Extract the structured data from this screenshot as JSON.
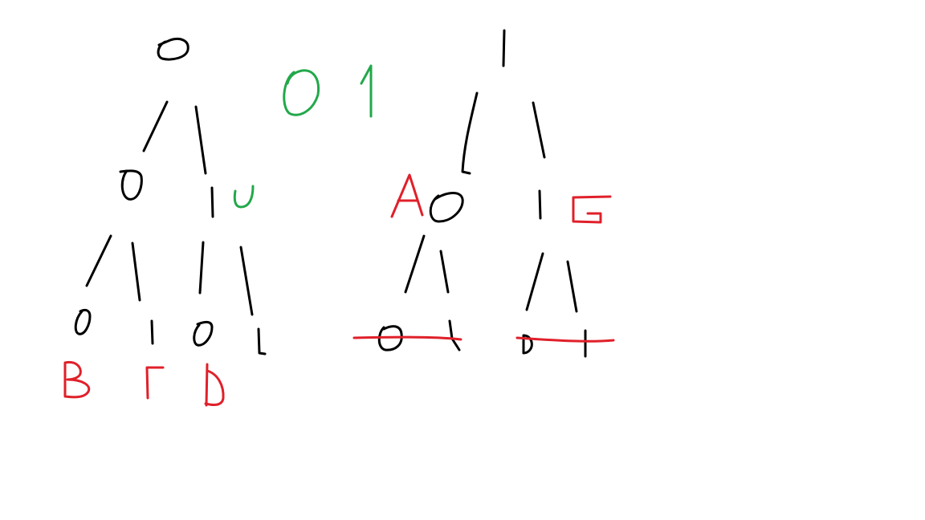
{
  "colors": {
    "background": "#ffffff",
    "tree_ink": "#000000",
    "label_red": "#e0202a",
    "header_green": "#22a84a"
  },
  "header": {
    "left_digit": "0",
    "right_digit": "1"
  },
  "left_tree": {
    "root": "0",
    "level1": [
      "0",
      "1"
    ],
    "level1_right_mark": "U",
    "leaves": [
      "0",
      "1",
      "0",
      "1"
    ],
    "leaf_letters": [
      "B",
      "Γ",
      "Δ"
    ]
  },
  "right_tree": {
    "root": "1",
    "level1": [
      "0",
      "1"
    ],
    "level1_labels": [
      "A",
      "G"
    ],
    "leaves": [
      "0",
      "1",
      "0",
      "1"
    ],
    "crossed_out": true
  }
}
